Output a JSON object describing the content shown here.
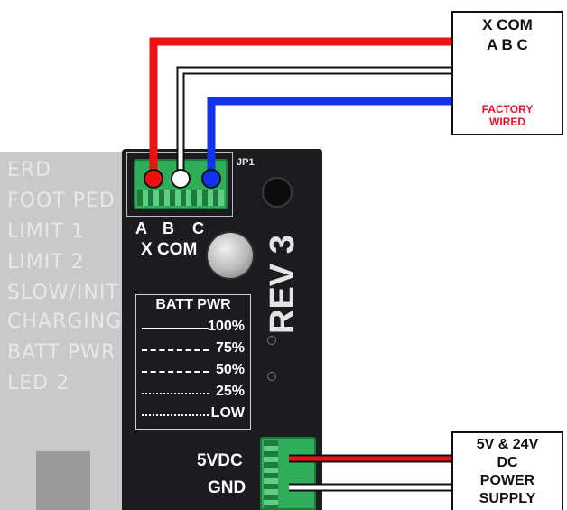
{
  "jp1": {
    "label": "JP1",
    "pins": [
      "A",
      "B",
      "C"
    ],
    "caption": "X COM"
  },
  "left_panel": {
    "lines": [
      "ERD",
      "FOOT PED",
      "LIMIT 1",
      "LIMIT 2",
      "SLOW/INIT",
      "CHARGING",
      "BATT PWR",
      "LED 2"
    ]
  },
  "batt_table": {
    "title": "BATT PWR",
    "rows": [
      {
        "pattern": "solid",
        "level": "100%"
      },
      {
        "pattern": "long-dash",
        "level": "75%"
      },
      {
        "pattern": "medium-dash",
        "level": "50%"
      },
      {
        "pattern": "short-dash",
        "level": "25%"
      },
      {
        "pattern": "dotted",
        "level": "LOW"
      }
    ]
  },
  "board": {
    "rev_text": "REV 3",
    "power_pins": [
      "5VDC",
      "GND"
    ]
  },
  "xcom_box": {
    "line1": "X COM",
    "line2": "A B C",
    "note_line1": "FACTORY",
    "note_line2": "WIRED"
  },
  "power_box": {
    "lines": [
      "5V & 24V",
      "DC",
      "POWER",
      "SUPPLY"
    ]
  },
  "colors": {
    "wire_red": "#ee1111",
    "wire_blue": "#1133ee",
    "wire_white": "#ffffff",
    "wire_outline": "#111111",
    "board": "#1b1c1f",
    "terminal_green": "#2fae5a",
    "note_red": "#e8102a"
  }
}
